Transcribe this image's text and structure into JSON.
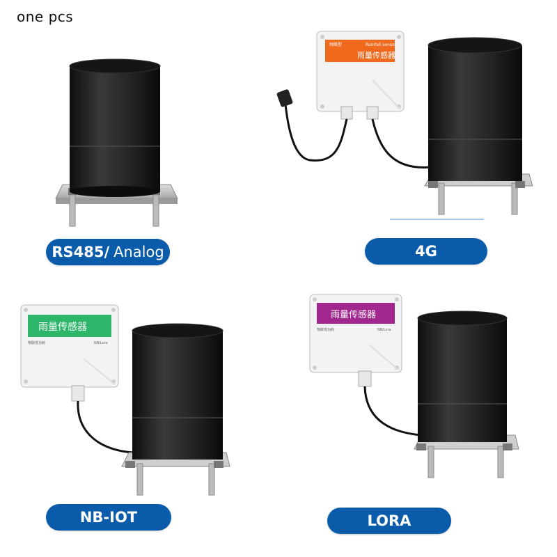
{
  "caption": "one  pcs",
  "labels": {
    "rs485": "RS485/",
    "analog": "Analog",
    "g4": "4G",
    "nbiot": "NB-IOT",
    "lora": "LORA"
  },
  "boxes": {
    "g4": {
      "title_cn": "雨量传感器",
      "title_en": "Rainfall sensor",
      "tag": "网络型",
      "color": "#f06a1e"
    },
    "nbiot": {
      "title_cn": "雨量传感器",
      "sub_left": "物联低功耗",
      "sub_right": "NB/Lora",
      "color": "#2db56a"
    },
    "lora": {
      "title_cn": "雨量传感器",
      "sub_left": "物联低功耗",
      "sub_right": "NB/Lora",
      "color": "#a2288f"
    }
  },
  "colors": {
    "pill": "#0a5cab",
    "cylinder": "#1f1f1f",
    "plate": "#c9c9c9"
  }
}
